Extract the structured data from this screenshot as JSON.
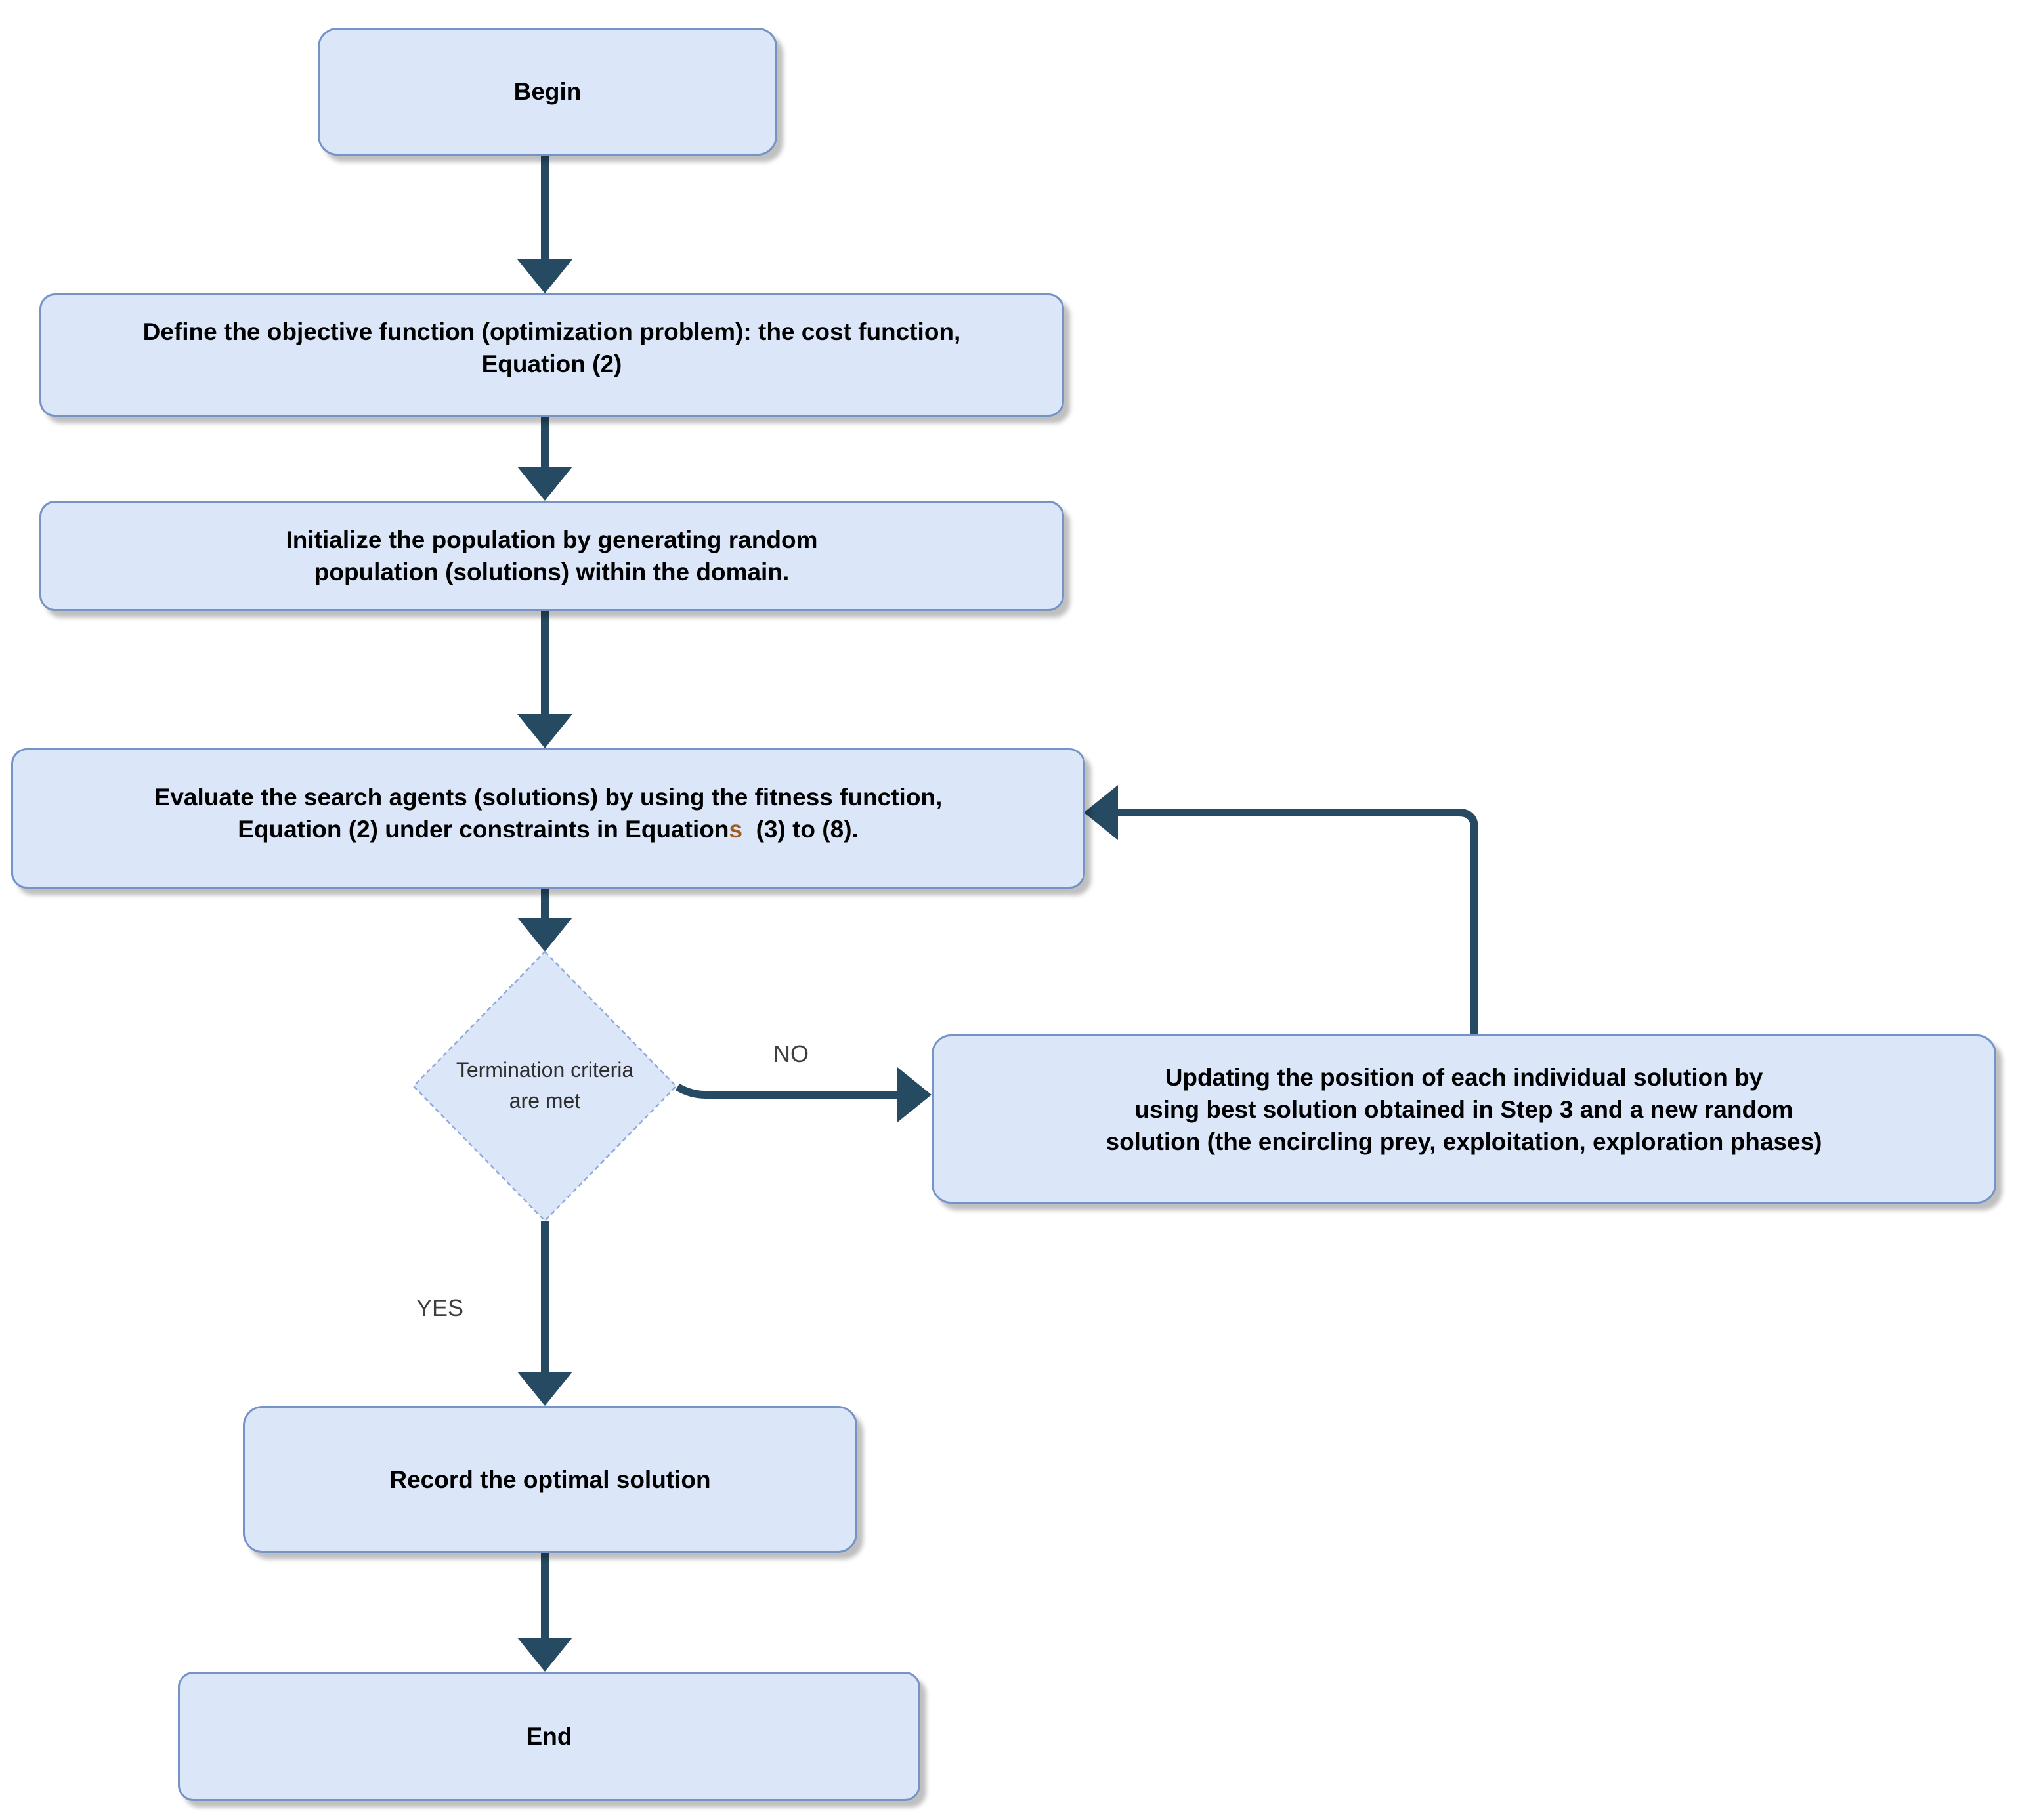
{
  "nodes": {
    "begin": {
      "label": "Begin"
    },
    "define": {
      "lines": [
        "Define the objective function (optimization problem): the cost function,",
        "Equation (2)"
      ]
    },
    "initialize": {
      "lines": [
        "Initialize the population by generating random",
        "population (solutions) within the domain."
      ]
    },
    "evaluate": {
      "line1": "Evaluate the search agents (solutions) by using the fitness function,",
      "line2_pre": "Equation (2) under constraints in Equation",
      "line2_s": "s",
      "line2_post": "  (3) to (8)."
    },
    "decision": {
      "lines": [
        "Termination criteria",
        "are met"
      ]
    },
    "updating": {
      "lines": [
        "Updating the position of each individual solution by",
        "using best solution obtained in Step 3 and a new random",
        "solution (the encircling prey, exploitation, exploration phases)"
      ]
    },
    "record": {
      "label": "Record the optimal solution"
    },
    "end": {
      "label": "End"
    }
  },
  "edge_labels": {
    "no": "NO",
    "yes": "YES"
  },
  "colors": {
    "node_fill": "#dbe7f8",
    "node_border": "#7693c5",
    "decision_border": "#8fa9d9",
    "arrow": "#264a61",
    "node_text": "#000000",
    "decision_text": "#2e2e2e",
    "edge_label_text": "#3f3f3f",
    "odd_s": "#a05c20"
  }
}
